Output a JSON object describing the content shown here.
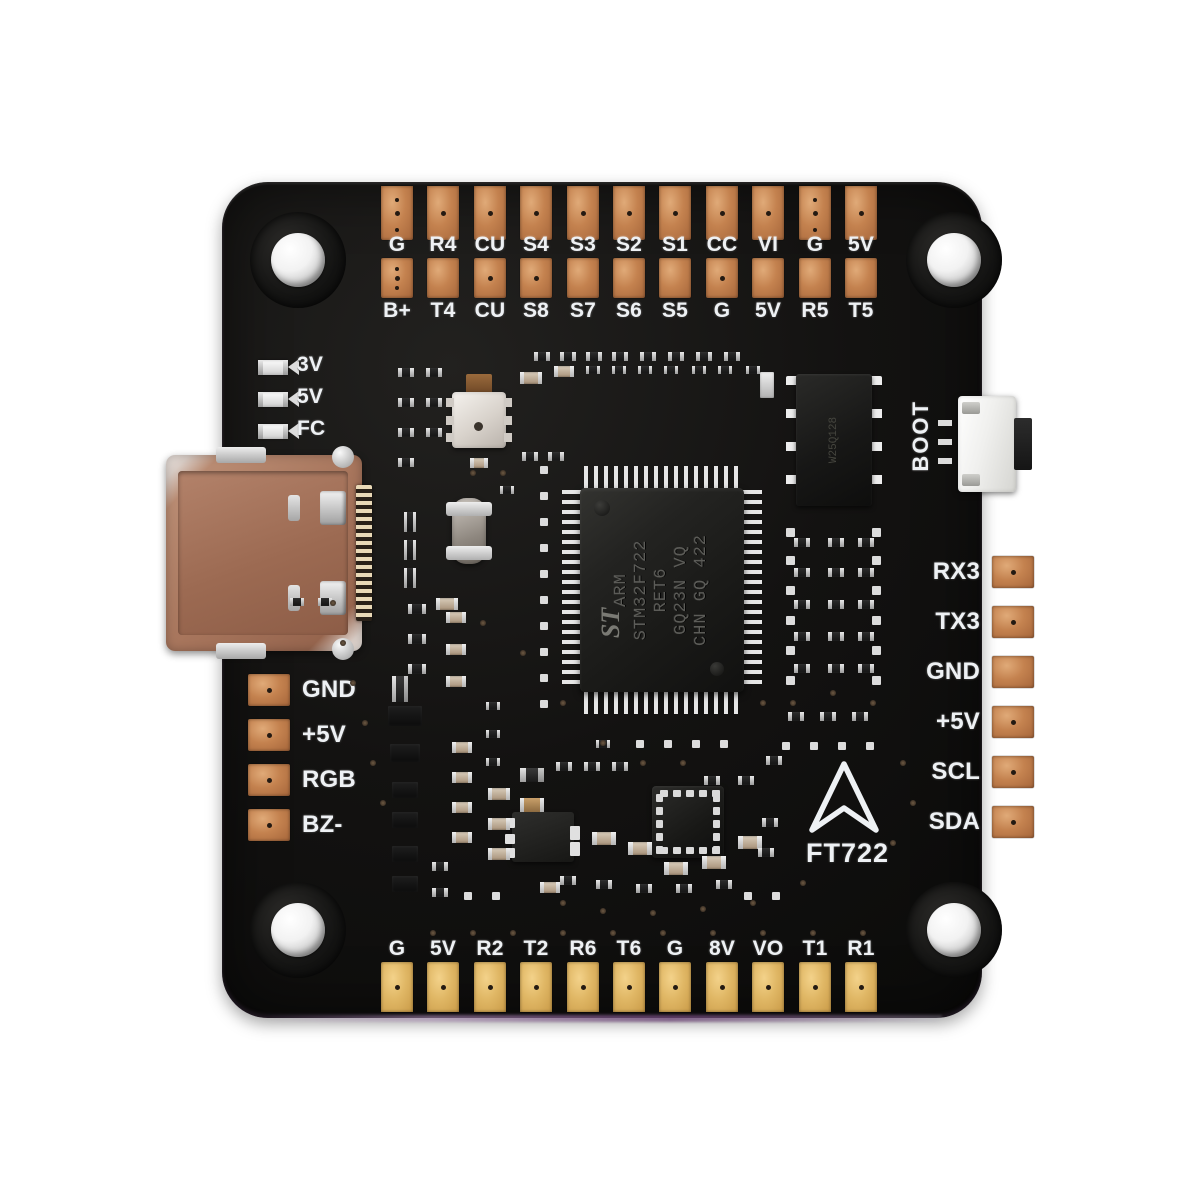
{
  "board": {
    "name": "FT722",
    "logo_text": "FT722",
    "logo_icon": "arrow-triangle-logo",
    "pcb_color": "#131211",
    "silkscreen_color": "#eef1f4",
    "copper_pad_color": "#c4824f",
    "gold_pad_color": "#e0b765"
  },
  "top_pads": {
    "row1": [
      "G",
      "R4",
      "CU",
      "S4",
      "S3",
      "S2",
      "S1",
      "CC",
      "VI",
      "G",
      "5V"
    ],
    "row2": [
      "B+",
      "T4",
      "CU",
      "S8",
      "S7",
      "S6",
      "S5",
      "G",
      "5V",
      "R5",
      "T5"
    ]
  },
  "bottom_pads": {
    "row1": [
      "G",
      "5V",
      "R2",
      "T2",
      "R6",
      "T6",
      "G",
      "8V",
      "VO",
      "T1",
      "R1"
    ]
  },
  "left_pads": [
    "GND",
    "+5V",
    "RGB",
    "BZ-"
  ],
  "right_pads": [
    "RX3",
    "TX3",
    "GND",
    "+5V",
    "SCL",
    "SDA"
  ],
  "leds": [
    "3V",
    "5V",
    "FC"
  ],
  "button": {
    "label": "BOOT",
    "type": "tactile-switch"
  },
  "mcu": {
    "line1": "ARM",
    "line2": "STM32F722",
    "line3": "RET6",
    "line4": "GQ23N VQ",
    "line5": "CHN GQ 422",
    "vendor_logo": "ST"
  },
  "flash": {
    "marking": "W25Q128"
  },
  "connectors": {
    "usb": "USB-C"
  }
}
